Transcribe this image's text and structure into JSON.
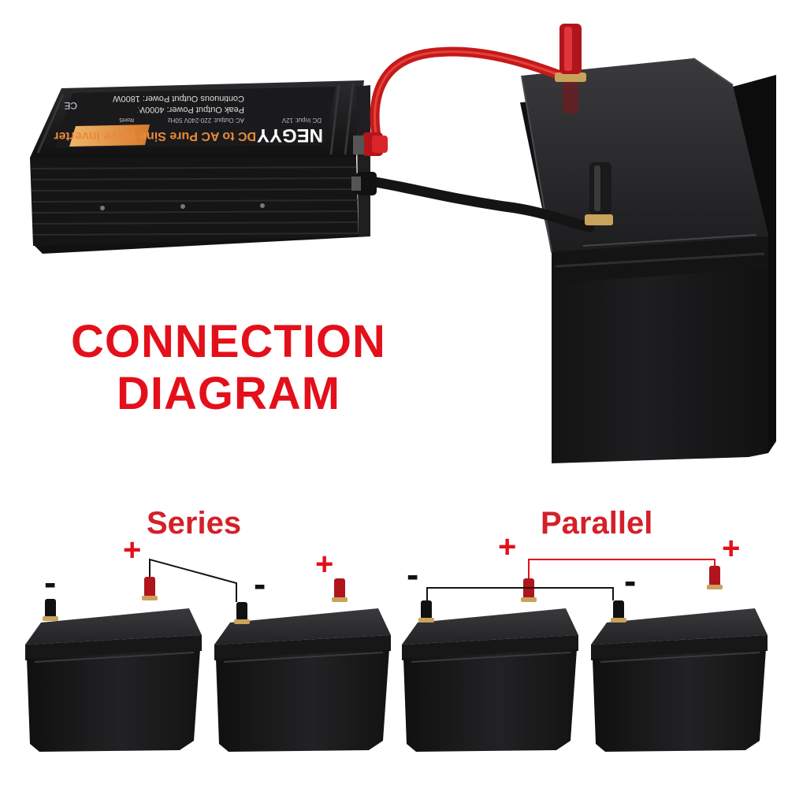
{
  "colors": {
    "accent_red": "#e3101b",
    "positive_red": "#d42029",
    "wire_black": "#141414",
    "battery_body": "#1c1c1e",
    "battery_top": "#2a2a2c",
    "terminal_red": "#b0151c",
    "background": "#ffffff"
  },
  "headline": {
    "line1": "CONNECTION",
    "line2": "DIAGRAM"
  },
  "inverter": {
    "brand": "NEGYY",
    "power_badge": "4000W",
    "title": "DC to AC Pure Sine Wave Inverter",
    "specs_line1": "Peak Output Power: 4000W",
    "specs_line2": "Continuous Output Power: 1800W",
    "input_text": "DC Input: 12V",
    "output_text": "AC Output: 220-240V 50Hz",
    "cert_mark": "CE",
    "rohs": "RoHS"
  },
  "series": {
    "title": "Series",
    "signs": {
      "left_minus": "-",
      "left_plus": "+",
      "right_minus": "-",
      "right_plus": "+"
    }
  },
  "parallel": {
    "title": "Parallel",
    "signs": {
      "left_minus": "-",
      "left_plus": "+",
      "right_minus": "-",
      "right_plus": "+"
    }
  },
  "icons": {
    "inverter": "inverter-icon",
    "battery": "battery-icon",
    "terminal": "terminal-icon"
  }
}
